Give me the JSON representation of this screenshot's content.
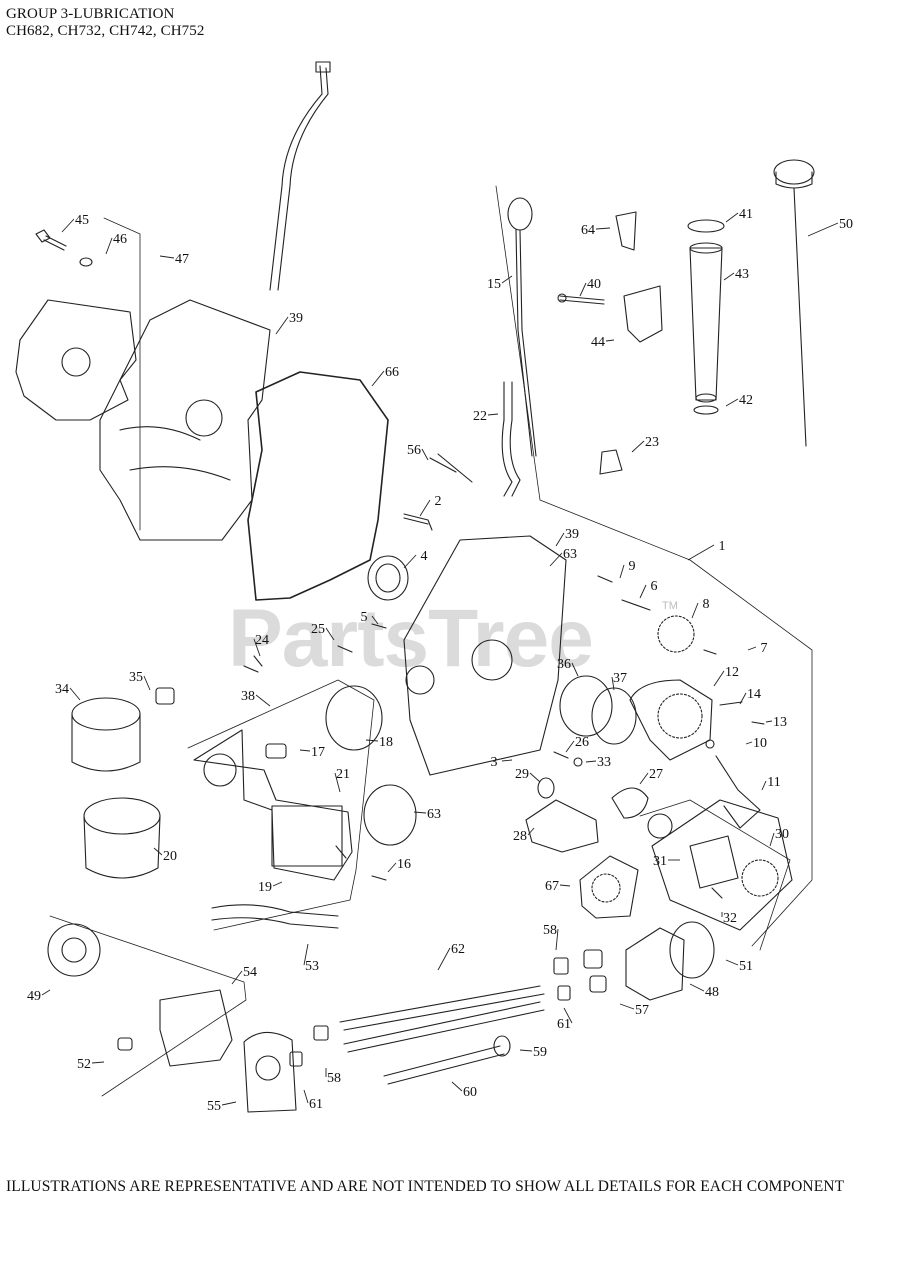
{
  "header": {
    "group_title": "GROUP 3-LUBRICATION",
    "models": "CH682, CH732, CH742, CH752"
  },
  "footer": {
    "note": "ILLUSTRATIONS ARE REPRESENTATIVE AND ARE NOT INTENDED TO SHOW ALL DETAILS FOR EACH COMPONENT"
  },
  "watermark": {
    "text": "PartsTree",
    "tm": "TM"
  },
  "callouts": [
    "1",
    "2",
    "3",
    "4",
    "5",
    "6",
    "7",
    "8",
    "9",
    "10",
    "11",
    "12",
    "13",
    "14",
    "15",
    "16",
    "17",
    "18",
    "19",
    "20",
    "21",
    "22",
    "23",
    "24",
    "25",
    "26",
    "27",
    "28",
    "29",
    "30",
    "31",
    "32",
    "33",
    "34",
    "35",
    "36",
    "37",
    "38",
    "39",
    "39",
    "40",
    "41",
    "42",
    "43",
    "44",
    "45",
    "46",
    "47",
    "48",
    "49",
    "50",
    "51",
    "52",
    "53",
    "54",
    "55",
    "56",
    "57",
    "58",
    "58",
    "59",
    "60",
    "61",
    "61",
    "62",
    "63",
    "63",
    "64",
    "66",
    "67"
  ]
}
